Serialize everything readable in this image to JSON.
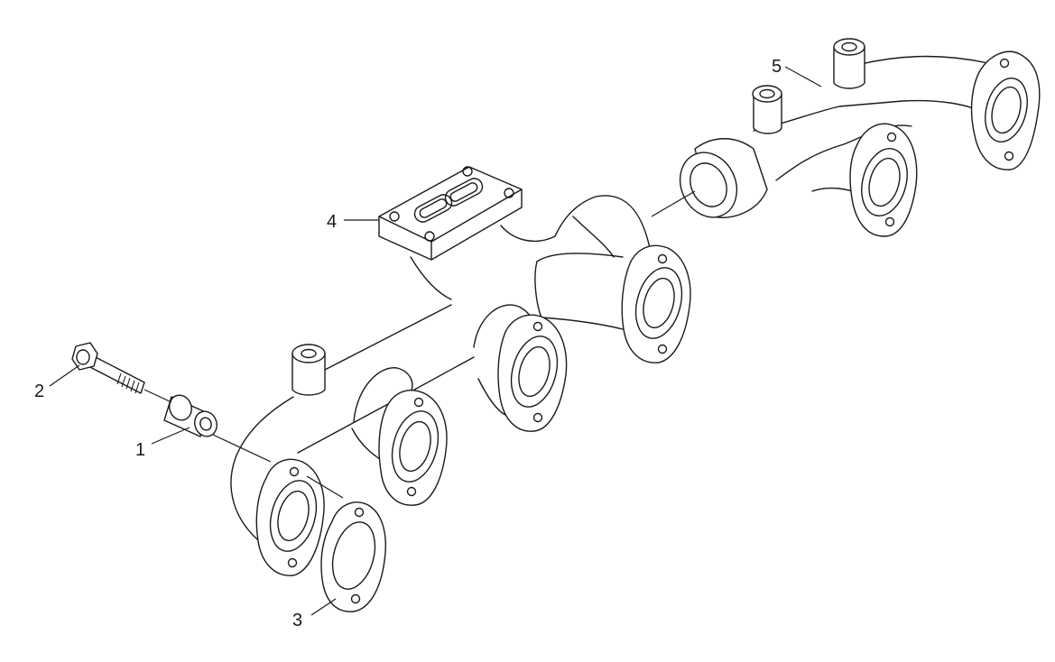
{
  "callouts": {
    "c1": "1",
    "c2": "2",
    "c3": "3",
    "c4": "4",
    "c5": "5"
  },
  "colors": {
    "line": "#1a1a1a",
    "background": "#ffffff"
  }
}
